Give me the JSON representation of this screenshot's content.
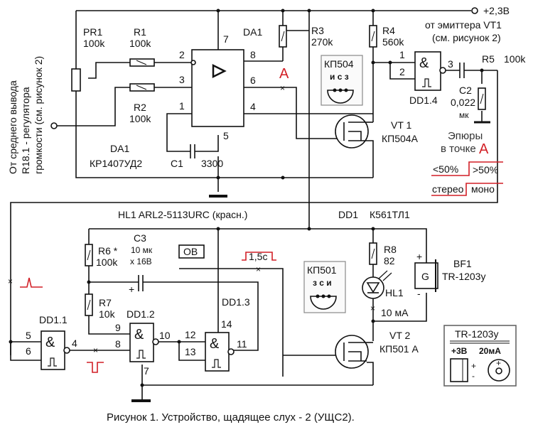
{
  "figure": {
    "caption": "Рисунок 1. Устройство, щадящее слух - 2 (УЩС2).",
    "input_label_lines": [
      "От среднего вывода",
      "R18.1 - регулятора",
      "громкости (см. рисунок 2)"
    ],
    "supply": {
      "label": "+2,3В",
      "note_line1": "от  эмиттера  VT1",
      "note_line2": "(см.  рисунок 2)"
    },
    "point_a_label": "A",
    "components": {
      "pr1": {
        "ref": "PR1",
        "value": "100k"
      },
      "r1": {
        "ref": "R1",
        "value": "100k"
      },
      "r2": {
        "ref": "R2",
        "value": "100k"
      },
      "r3": {
        "ref": "R3",
        "value": "270k"
      },
      "r4": {
        "ref": "R4",
        "value": "560k"
      },
      "r5": {
        "ref": "R5",
        "value": "100k"
      },
      "r6": {
        "ref": "R6 *",
        "value": "100k"
      },
      "r7": {
        "ref": "R7",
        "value": "10k"
      },
      "r8": {
        "ref": "R8",
        "value": "82"
      },
      "c1": {
        "ref": "C1",
        "value": "3300"
      },
      "c2": {
        "ref": "C2",
        "value": "0,022",
        "unit": "мк"
      },
      "c3": {
        "ref": "C3",
        "value": "10 мк",
        "voltage": "x 16В",
        "plus": "+"
      },
      "da1": {
        "ref": "DA1",
        "part": "КР1407УД2",
        "pins": [
          "2",
          "3",
          "1",
          "7",
          "8",
          "6",
          "4",
          "5"
        ]
      },
      "vt1": {
        "ref": "VT 1",
        "part": "КП504А"
      },
      "vt2": {
        "ref": "VT 2",
        "part": "КП501 А"
      },
      "hl1": {
        "ref": "HL1",
        "current": "10 мА",
        "header": "HL1   ARL2-5113URC  (красн.)"
      },
      "bf1": {
        "ref": "BF1",
        "part": "TR-1203у",
        "gen": "G",
        "plus": "+",
        "minus": "-"
      },
      "dd1": {
        "ref": "DD1",
        "part": "К561ТЛ1"
      },
      "dd1_1": {
        "ref": "DD1.1",
        "pins": [
          "5",
          "6",
          "4"
        ]
      },
      "dd1_2": {
        "ref": "DD1.2",
        "pins": [
          "9",
          "8",
          "10",
          "7"
        ]
      },
      "dd1_3": {
        "ref": "DD1.3",
        "pins": [
          "12",
          "13",
          "11",
          "14"
        ]
      },
      "dd1_4": {
        "ref": "DD1.4",
        "pins": [
          "1",
          "2",
          "3"
        ]
      },
      "and_symbol": "&",
      "ov_label": "ОВ"
    },
    "pinouts": {
      "kp504": {
        "title": "КП504",
        "pins": "и с з"
      },
      "kp501": {
        "title": "КП501",
        "pins": "з с и"
      }
    },
    "waveforms": {
      "title_line1": "Эпюры",
      "title_line2": "в точке",
      "title_point": "A",
      "row1_left": "<50%",
      "row1_right": ">50%",
      "row2_left": "стерео",
      "row2_right": "моно",
      "pulse_label": "1,5с"
    },
    "buzzer_box": {
      "title": "TR-1203у",
      "voltage": "+3В",
      "current": "20мА",
      "plus": "+",
      "minus": "-"
    },
    "colors": {
      "wire": "#111111",
      "annotation": "#d21f26"
    }
  }
}
